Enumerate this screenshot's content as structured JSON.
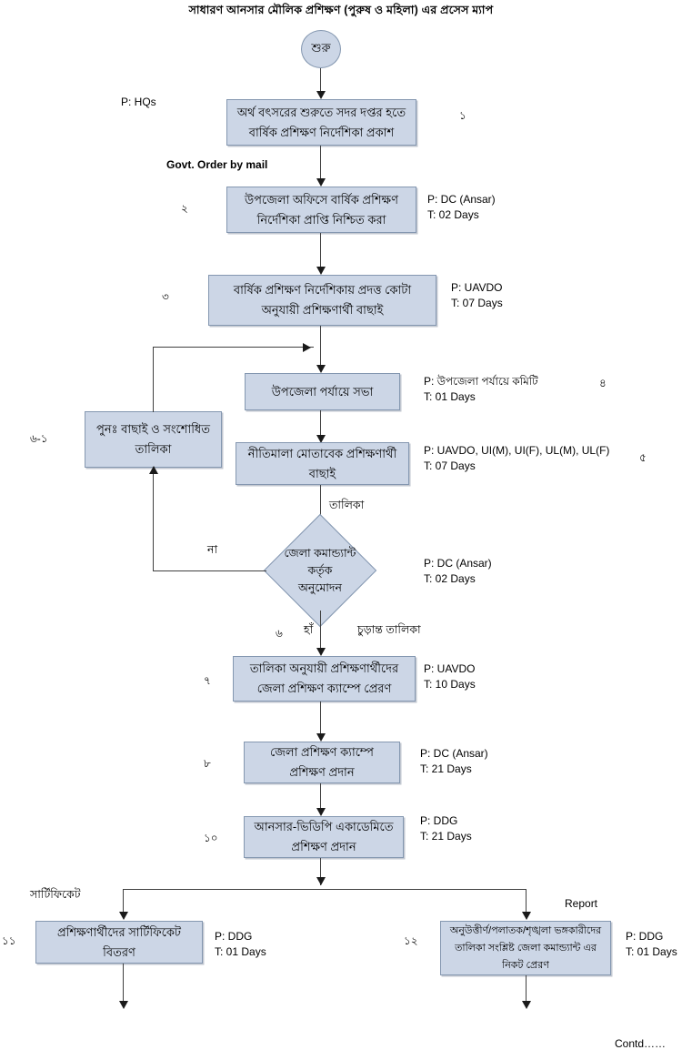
{
  "page": {
    "title": "সাধারণ আনসার মৌলিক প্রশিক্ষণ (পুরুষ ও মহিলা) এর প্রসেস ম্যাপ",
    "footer": "Contd……",
    "accent_fill": "#ccd6e6",
    "accent_border": "#8497b0",
    "connector_color": "#3f3f3f"
  },
  "nodes": {
    "start": {
      "label": "শুরু",
      "type": "terminator"
    },
    "n1": {
      "label": "অর্থ বৎসরের শুরুতে সদর দপ্তর হতে বার্ষিক প্রশিক্ষণ নির্দেশিকা প্রকাশ",
      "line1": "অর্থ বৎসরের শুরুতে সদর দপ্তর হতে",
      "line2": "বার্ষিক প্রশিক্ষণ নির্দেশিকা প্রকাশ",
      "step": "১",
      "performer": "P: HQs",
      "time": ""
    },
    "n2": {
      "line1": "উপজেলা অফিসে বার্ষিক প্রশিক্ষণ",
      "line2": "নির্দেশিকা প্রাপ্তি নিশ্চিত করা",
      "step": "২",
      "performer": "P: DC (Ansar)",
      "time": "T: 02 Days"
    },
    "n3": {
      "line1": "বার্ষিক প্রশিক্ষণ নির্দেশিকায় প্রদত্ত কোটা",
      "line2": "অনুযায়ী প্রশিক্ষণার্থী বাছাই",
      "step": "৩",
      "performer": "P: UAVDO",
      "time": "T: 07 Days"
    },
    "n4": {
      "line1": "উপজেলা পর্যায়ে সভা",
      "line2": "",
      "step": "৪",
      "performer": "P: উপজেলা পর্যায়ে কমিটি",
      "time": "T: 01 Days"
    },
    "n5": {
      "line1": "নীতিমালা মোতাবেক প্রশিক্ষণার্থী",
      "line2": "বাছাই",
      "step": "৫",
      "performer": "P: UAVDO, UI(M), UI(F), UL(M), UL(F)",
      "time": "T: 07 Days"
    },
    "n6_1": {
      "line1": "পুনঃ  বাছাই ও সংশোধিত",
      "line2": "তালিকা",
      "step": "৬-১",
      "performer": "",
      "time": ""
    },
    "decision": {
      "line1": "জেলা কমান্ড্যান্ট",
      "line2": "কর্তৃক",
      "line3": "অনুমোদন",
      "step": "৬",
      "performer": "P: DC (Ansar)",
      "time": "T: 02 Days",
      "yes_label": "হাঁ",
      "no_label": "না"
    },
    "n7": {
      "line1": "তালিকা অনুযায়ী প্রশিক্ষণার্থীদের",
      "line2": "জেলা প্রশিক্ষণ ক্যাম্পে প্রেরণ",
      "step": "৭",
      "performer": "P: UAVDO",
      "time": "T: 10 Days"
    },
    "n8": {
      "line1": "জেলা প্রশিক্ষণ ক্যাম্পে",
      "line2": "প্রশিক্ষণ প্রদান",
      "step": "৮",
      "performer": "P: DC (Ansar)",
      "time": "T: 21 Days"
    },
    "n10": {
      "line1": "আনসার-ভিডিপি একাডেমিতে",
      "line2": "প্রশিক্ষণ প্রদান",
      "step": "১০",
      "performer": "P: DDG",
      "time": "T: 21 Days"
    },
    "n11": {
      "line1": "প্রশিক্ষণার্থীদের  সার্টিফিকেট",
      "line2": "বিতরণ",
      "step": "১১",
      "performer": "P: DDG",
      "time": "T: 01 Days"
    },
    "n12": {
      "line1": "অনুউত্তীর্ণ/পলাতক/শৃঙ্খলা ভঙ্গকারীদের",
      "line2": "তালিকা সংশ্লিষ্ট  জেলা কমান্ড্যান্ট এর",
      "line3": "নিকট প্রেরণ",
      "step": "১২",
      "performer": "P: DDG",
      "time": "T: 01 Days"
    }
  },
  "edge_labels": {
    "govt_order": {
      "line1": "Govt. Order by",
      "line2": "mail"
    },
    "talika": "তালিকা",
    "churanta_talika": "চুড়ান্ত তালিকা",
    "certificate": "সার্টিফিকেট",
    "report": "Report"
  }
}
